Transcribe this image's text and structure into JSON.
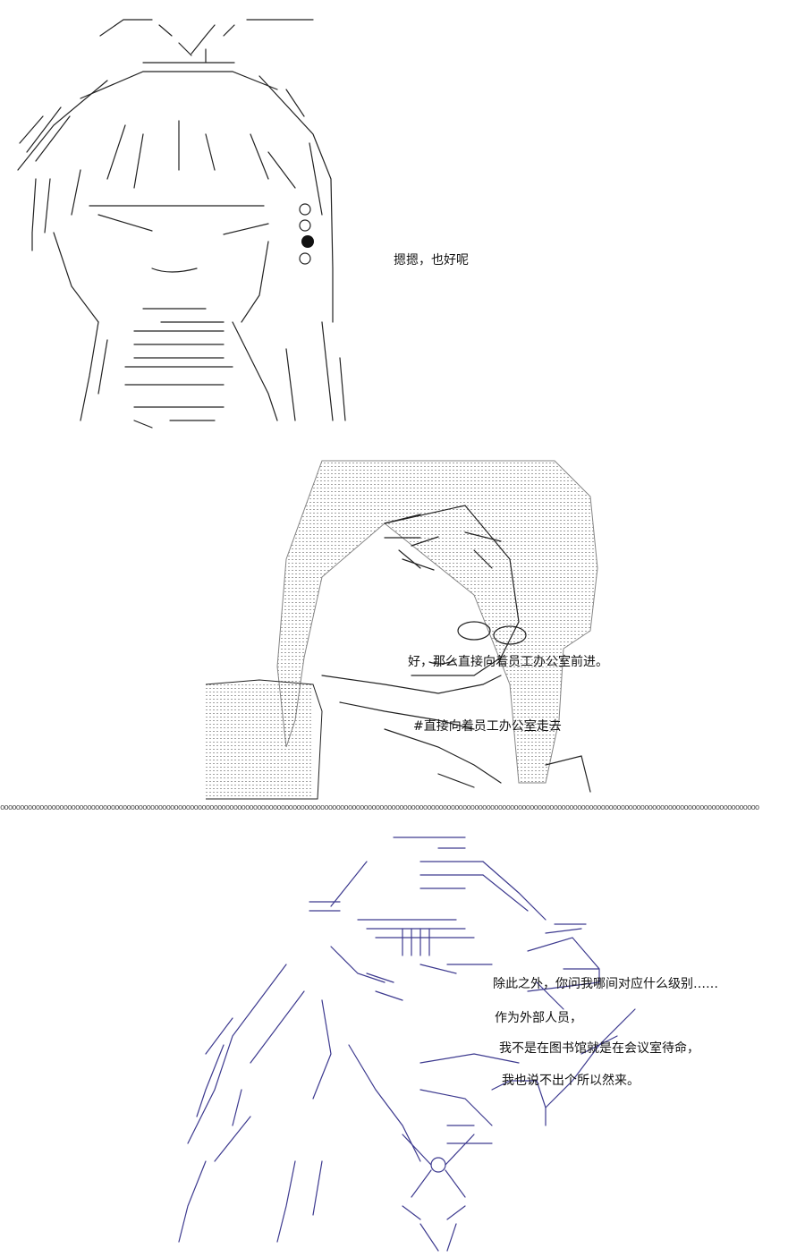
{
  "panels": [
    {
      "dialogue": [
        "摁摁，也好呢"
      ]
    },
    {
      "dialogue": [
        "好，那么直接向着员工办公室前进。",
        "#直接向着员工办公室走去"
      ]
    },
    {
      "dialogue": [
        "除此之外，你问我哪间对应什么级别……",
        "作为外部人员，",
        "我不是在图书馆就是在会议室待命，",
        "我也说不出个所以然来。"
      ]
    }
  ],
  "separator": "oooooooooooooooooooooooooooooooooooooooooooooooooooooooooooooooooooooooooooooooooooooooooooooooooooooooooooooooooooooooooooooooooooooooooooooooooooooooooooooooooooooooooooooooooooooooooooooooo",
  "colors": {
    "ink": "#222222",
    "purple_ink": "#3d3a8f"
  }
}
